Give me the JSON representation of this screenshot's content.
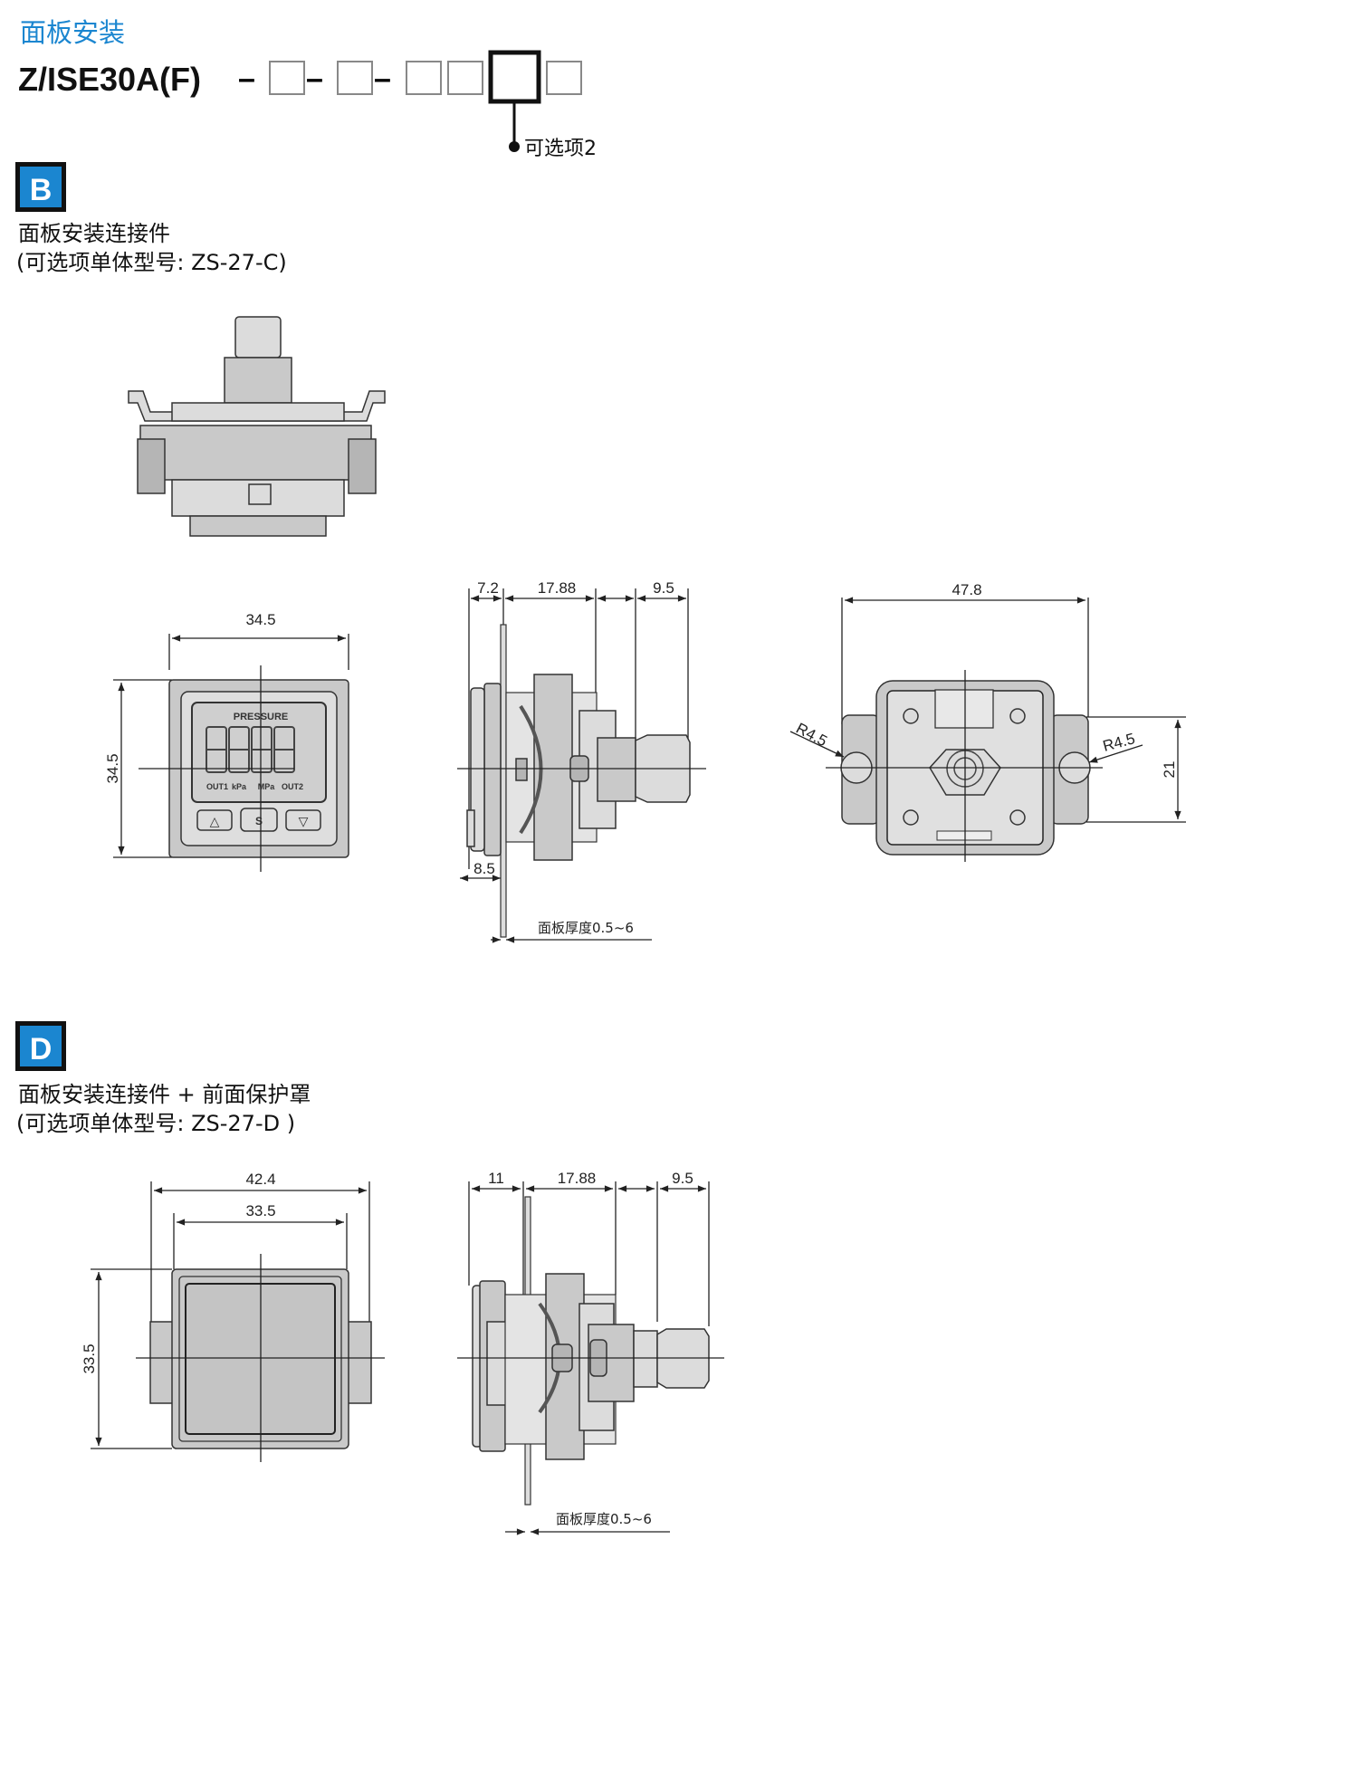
{
  "header": {
    "title": "面板安装",
    "model_prefix": "Z/ISE30A(F)",
    "dash": "–",
    "option_callout": "可选项2"
  },
  "colors": {
    "accent": "#1b86d0",
    "part_fill": "#c9c9c9"
  },
  "section_b": {
    "badge": "B",
    "name": "面板安装连接件",
    "part_no": "(可选项单体型号: ZS-27-C)",
    "front_view": {
      "display_label": "PRESSURE",
      "unit_labels": [
        "OUT1",
        "kPa",
        "MPa",
        "OUT2"
      ],
      "buttons": [
        "△",
        "S",
        "▽"
      ],
      "dim_width": "34.5",
      "dim_height": "34.5"
    },
    "side_view": {
      "dims": [
        "7.2",
        "17.88",
        "9.5"
      ],
      "dim_bottom": "8.5",
      "panel_thickness": "面板厚度0.5~6"
    },
    "rear_view": {
      "dim_width": "47.8",
      "radius_left": "R4.5",
      "radius_right": "R4.5",
      "dim_height": "21"
    }
  },
  "section_d": {
    "badge": "D",
    "name": "面板安装连接件 + 前面保护罩",
    "part_no": "(可选项单体型号: ZS-27-D )",
    "front_view": {
      "dim_outer_width": "42.4",
      "dim_inner_width": "33.5",
      "dim_height": "33.5"
    },
    "side_view": {
      "dims": [
        "11",
        "17.88",
        "9.5"
      ],
      "panel_thickness": "面板厚度0.5~6"
    }
  }
}
